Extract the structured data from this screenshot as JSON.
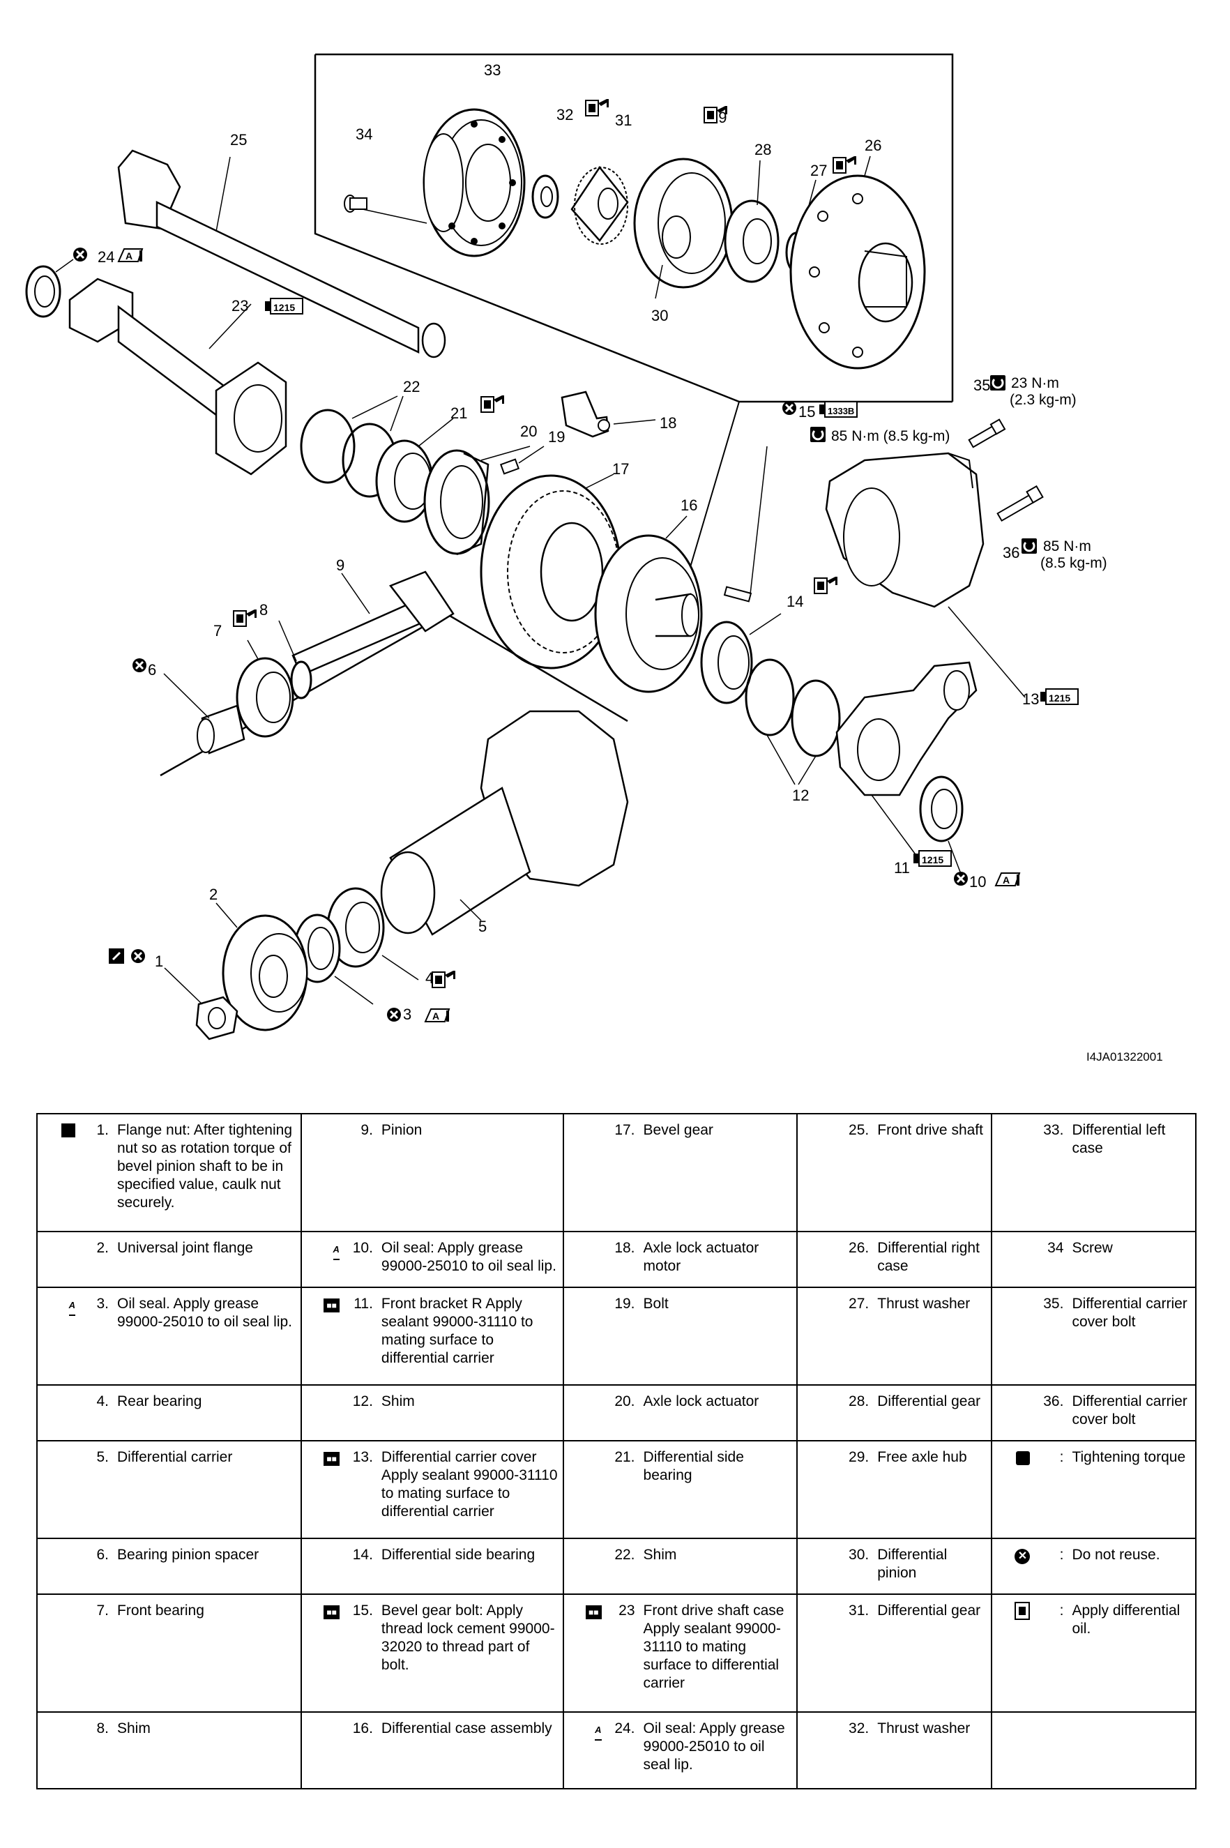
{
  "diagram": {
    "code": "I4JA01322001",
    "part_labels": [
      "1",
      "2",
      "3",
      "4",
      "5",
      "6",
      "7",
      "8",
      "9",
      "10",
      "11",
      "12",
      "13",
      "14",
      "15",
      "16",
      "17",
      "18",
      "19",
      "20",
      "21",
      "22",
      "23",
      "24",
      "25",
      "26",
      "27",
      "28",
      "29",
      "30",
      "31",
      "32",
      "33",
      "34",
      "35",
      "36"
    ],
    "torque": {
      "t35_a": "23 N·m",
      "t35_b": "(2.3 kg-m)",
      "t15": "85 N·m (8.5 kg-m)",
      "t36_a": "85 N·m",
      "t36_b": "(8.5 kg-m)"
    },
    "sealant_code": "1215",
    "threadlock_code": "1333B"
  },
  "legend": {
    "rows": [
      [
        {
          "num": "1.",
          "sym": "caulk",
          "text": "Flange nut: After tightening nut so as rotation torque of bevel pinion shaft to be in specified value, caulk nut securely."
        },
        {
          "num": "9.",
          "sym": "",
          "text": "Pinion"
        },
        {
          "num": "17.",
          "sym": "",
          "text": "Bevel gear"
        },
        {
          "num": "25.",
          "sym": "",
          "text": "Front drive shaft"
        },
        {
          "num": "33.",
          "sym": "",
          "text": "Differential left case"
        }
      ],
      [
        {
          "num": "2.",
          "sym": "",
          "text": "Universal joint flange"
        },
        {
          "num": "10.",
          "sym": "grease",
          "text": "Oil seal: Apply grease 99000-25010 to oil seal lip."
        },
        {
          "num": "18.",
          "sym": "",
          "text": "Axle lock actuator motor"
        },
        {
          "num": "26.",
          "sym": "",
          "text": "Differential right case"
        },
        {
          "num": "34",
          "sym": "",
          "text": "Screw"
        }
      ],
      [
        {
          "num": "3.",
          "sym": "grease",
          "text": "Oil seal. Apply grease 99000-25010 to oil seal lip."
        },
        {
          "num": "11.",
          "sym": "sealant",
          "text": "Front bracket R Apply sealant 99000-31110 to mating surface to differential carrier"
        },
        {
          "num": "19.",
          "sym": "",
          "text": "Bolt"
        },
        {
          "num": "27.",
          "sym": "",
          "text": "Thrust washer"
        },
        {
          "num": "35.",
          "sym": "",
          "text": "Differential carrier cover bolt"
        }
      ],
      [
        {
          "num": "4.",
          "sym": "",
          "text": "Rear bearing"
        },
        {
          "num": "12.",
          "sym": "",
          "text": "Shim"
        },
        {
          "num": "20.",
          "sym": "",
          "text": "Axle lock actuator"
        },
        {
          "num": "28.",
          "sym": "",
          "text": "Differential gear"
        },
        {
          "num": "36.",
          "sym": "",
          "text": "Differential carrier cover bolt"
        }
      ],
      [
        {
          "num": "5.",
          "sym": "",
          "text": "Differential carrier"
        },
        {
          "num": "13.",
          "sym": "sealant",
          "text": "Differential carrier cover Apply sealant 99000-31110 to mating surface to differential carrier"
        },
        {
          "num": "21.",
          "sym": "",
          "text": "Differential side bearing"
        },
        {
          "num": "29.",
          "sym": "",
          "text": "Free axle hub"
        },
        {
          "num": ":",
          "sym": "torque",
          "text": "Tightening torque"
        }
      ],
      [
        {
          "num": "6.",
          "sym": "",
          "text": "Bearing pinion spacer"
        },
        {
          "num": "14.",
          "sym": "",
          "text": "Differential side bearing"
        },
        {
          "num": "22.",
          "sym": "",
          "text": "Shim"
        },
        {
          "num": "30.",
          "sym": "",
          "text": "Differential pinion"
        },
        {
          "num": ":",
          "sym": "noreuse",
          "text": "Do not reuse."
        }
      ],
      [
        {
          "num": "7.",
          "sym": "",
          "text": "Front bearing"
        },
        {
          "num": "15.",
          "sym": "threadlock",
          "text": "Bevel gear bolt: Apply thread lock cement 99000-32020 to thread part of bolt."
        },
        {
          "num": "23",
          "sym": "sealant",
          "text": "Front drive shaft case Apply sealant 99000-31110 to mating surface to differential carrier"
        },
        {
          "num": "31.",
          "sym": "",
          "text": "Differential gear"
        },
        {
          "num": ":",
          "sym": "oil",
          "text": "Apply differential oil."
        }
      ],
      [
        {
          "num": "8.",
          "sym": "",
          "text": "Shim"
        },
        {
          "num": "16.",
          "sym": "",
          "text": "Differential case assembly"
        },
        {
          "num": "24.",
          "sym": "grease",
          "text": "Oil seal: Apply grease 99000-25010 to oil seal lip."
        },
        {
          "num": "32.",
          "sym": "",
          "text": "Thrust washer"
        },
        {
          "num": "",
          "sym": "",
          "text": ""
        }
      ]
    ]
  }
}
